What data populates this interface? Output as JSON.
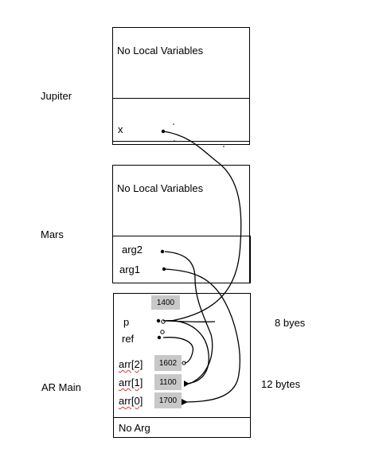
{
  "frames": {
    "jupiter": {
      "label": "Jupiter",
      "locals_text": "No Local Variables",
      "arg_name": "x"
    },
    "mars": {
      "label": "Mars",
      "locals_text": "No Local Variables",
      "args": [
        "arg2",
        "arg1"
      ]
    },
    "main": {
      "label": "AR Main",
      "top_value": "1400",
      "vars": {
        "p": "p",
        "ref": "ref",
        "arr2": "arr[2]",
        "arr1": "arr[1]",
        "arr0": "arr[0]"
      },
      "values": {
        "arr2": "1602",
        "arr1": "1100",
        "arr0": "1700"
      },
      "footer_text": "No Arg"
    }
  },
  "annotations": {
    "size_8": "8 byes",
    "size_12": "12 bytes"
  }
}
